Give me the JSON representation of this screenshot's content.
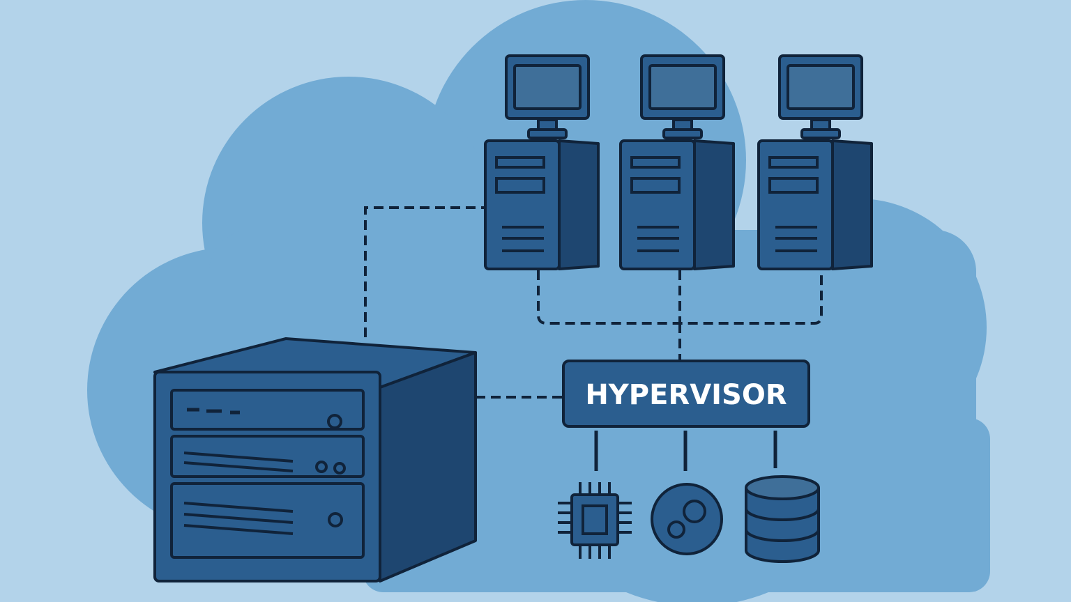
{
  "diagram": {
    "hypervisor_label": "HYPERVISOR",
    "virtual_machines": [
      {
        "id": "vm-1"
      },
      {
        "id": "vm-2"
      },
      {
        "id": "vm-3"
      }
    ],
    "resources": [
      {
        "icon": "cpu-chip-icon"
      },
      {
        "icon": "network-link-icon"
      },
      {
        "icon": "database-storage-icon"
      }
    ],
    "colors": {
      "background": "#b3d3ea",
      "cloud": "#72abd4",
      "device_fill": "#2b5e8f",
      "device_dark": "#1e4670",
      "outline": "#10233a",
      "label_text": "#ffffff"
    }
  }
}
